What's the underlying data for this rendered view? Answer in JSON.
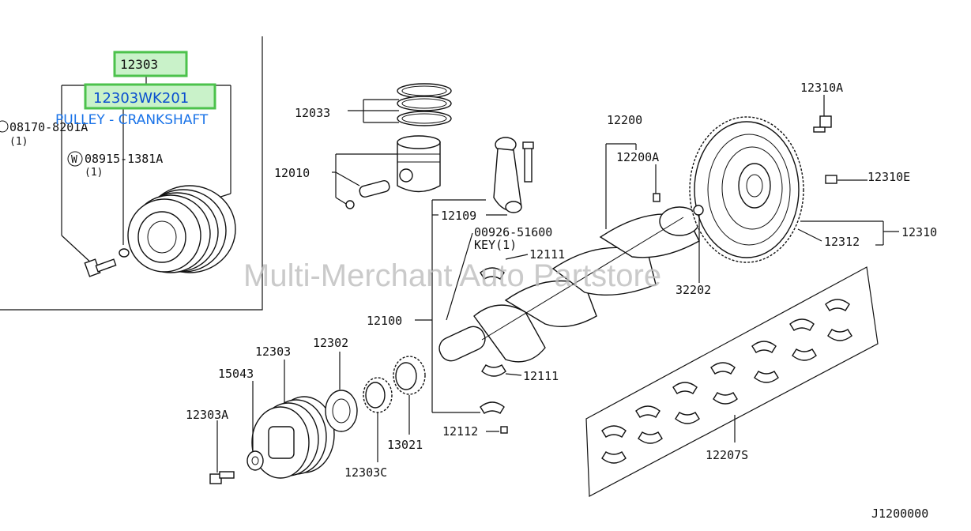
{
  "highlight": {
    "part_number": "12303",
    "selected_part": "12303WK201",
    "caption": "PULLEY - CRANKSHAFT"
  },
  "inset": {
    "bolt_label": "08170-8201A",
    "bolt_qty": "(1)",
    "washer_prefix": "W",
    "washer_label": "08915-1381A",
    "washer_qty": "(1)"
  },
  "labels": {
    "l12033": "12033",
    "l12010": "12010",
    "l12109": "12109",
    "key_part": "00926-51600",
    "key_text": "KEY(1)",
    "l12111a": "12111",
    "l12100": "12100",
    "l12111b": "12111",
    "l12112": "12112",
    "l12200": "12200",
    "l12200A": "12200A",
    "l12310A": "12310A",
    "l12310E": "12310E",
    "l12310": "12310",
    "l12312": "12312",
    "l32202": "32202",
    "l12207S": "12207S",
    "l12303": "12303",
    "l12302": "12302",
    "l15043": "15043",
    "l12303A": "12303A",
    "l12303C": "12303C",
    "l13021": "13021",
    "diagram_id": "J1200000"
  },
  "watermark": "Multi-Merchant Auto Partstore"
}
